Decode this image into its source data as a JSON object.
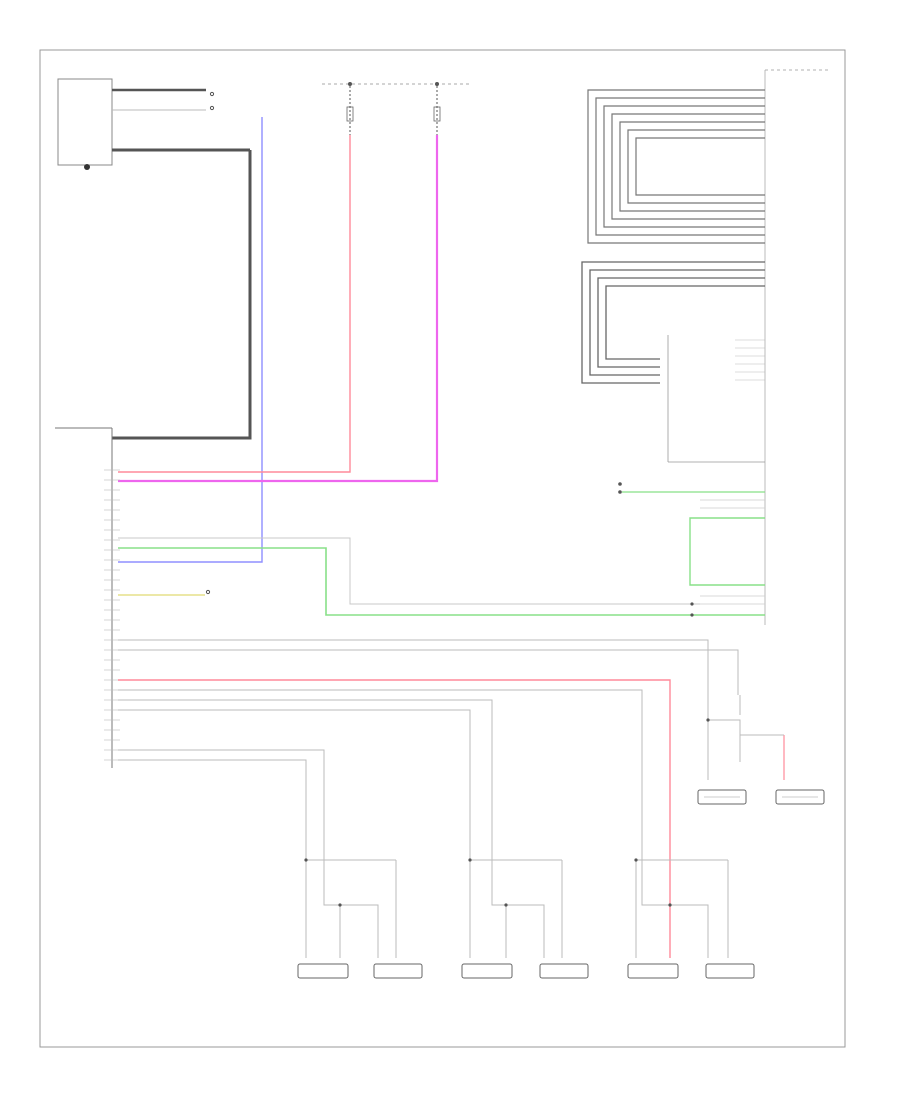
{
  "diagram": {
    "footer_code": "",
    "wire_colors": {
      "red": "#ff8a9a",
      "magenta": "#ee66ee",
      "blue": "#8f8fff",
      "green": "#88e088",
      "dark": "#555555",
      "gray": "#bfbfbf",
      "yellow": "#e6e08a"
    },
    "components": [
      {
        "id": "radio-module",
        "label": ""
      },
      {
        "id": "left-console-module",
        "label": ""
      },
      {
        "id": "fuse-box-top",
        "label": ""
      },
      {
        "id": "main-connector-block",
        "label": ""
      },
      {
        "id": "right-module-top",
        "label": ""
      },
      {
        "id": "right-module-middle",
        "label": ""
      },
      {
        "id": "right-module-bottom",
        "label": ""
      },
      {
        "id": "amplifier",
        "label": ""
      },
      {
        "id": "right-front-door-speaker",
        "label": ""
      },
      {
        "id": "right-front-tweeter",
        "label": ""
      },
      {
        "id": "left-front-door-speaker",
        "label": ""
      },
      {
        "id": "left-front-tweeter",
        "label": ""
      },
      {
        "id": "right-rear-door-speaker",
        "label": ""
      },
      {
        "id": "right-rear-tweeter",
        "label": ""
      },
      {
        "id": "left-rear-door-speaker",
        "label": ""
      },
      {
        "id": "left-rear-tweeter",
        "label": ""
      }
    ]
  }
}
